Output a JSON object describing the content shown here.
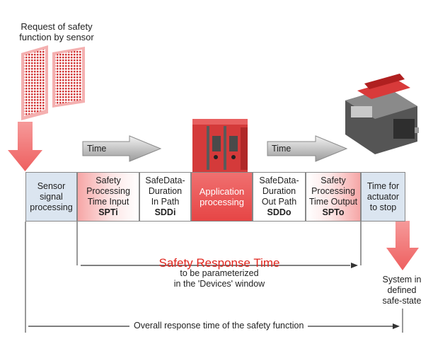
{
  "request_label": [
    "Request of safety",
    "function by sensor"
  ],
  "time_arrows": [
    "Time",
    "Time"
  ],
  "phases": [
    {
      "lines": [
        "Sensor",
        "signal",
        "processing"
      ],
      "abbr": ""
    },
    {
      "lines": [
        "Safety",
        "Processing",
        "Time Input"
      ],
      "abbr": "SPTi"
    },
    {
      "lines": [
        "SafeData-",
        "Duration",
        "In Path"
      ],
      "abbr": "SDDi"
    },
    {
      "lines": [
        "Application",
        "processing"
      ],
      "abbr": ""
    },
    {
      "lines": [
        "SafeData-",
        "Duration",
        "Out Path"
      ],
      "abbr": "SDDo"
    },
    {
      "lines": [
        "Safety",
        "Processing",
        "Time Output"
      ],
      "abbr": "SPTo"
    },
    {
      "lines": [
        "Time for",
        "actuator",
        "to stop"
      ],
      "abbr": ""
    }
  ],
  "safety_response": {
    "title": "Safety Response Time",
    "sub1": "to be parameterized",
    "sub2": "in the 'Devices' window"
  },
  "system_state": [
    "System in",
    "defined",
    "safe-state"
  ],
  "overall": "Overall response time of the safety function",
  "colors": {
    "accent_red": "#e0261e",
    "arrow_red": "#f07070",
    "box_blue": "#dbe5f0"
  }
}
